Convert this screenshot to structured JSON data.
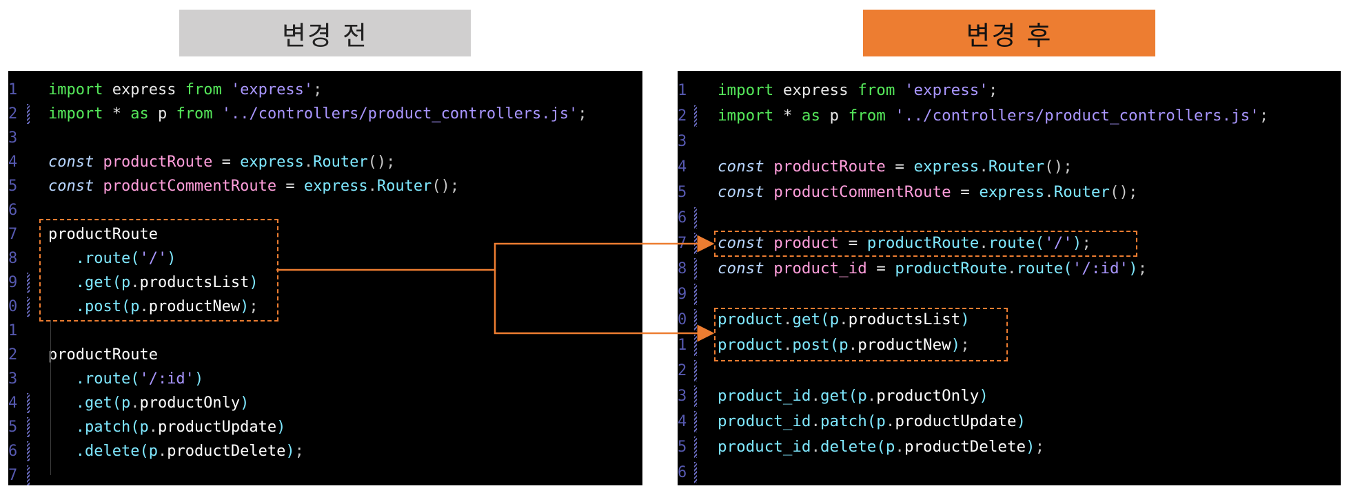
{
  "headers": {
    "before": "변경 전",
    "after": "변경 후"
  },
  "colors": {
    "accent": "#ed7d31",
    "header_before_bg": "#d0cfcf",
    "editor_bg": "#000000"
  },
  "before": {
    "lines": [
      {
        "n": "1",
        "tokens": [
          [
            "import",
            "k-import"
          ],
          [
            " express ",
            "k-plain"
          ],
          [
            "from",
            "k-import"
          ],
          [
            " ",
            "k-plain"
          ],
          [
            "'express'",
            "k-str"
          ],
          [
            ";",
            "k-punc"
          ]
        ]
      },
      {
        "n": "2",
        "tokens": [
          [
            "import",
            "k-import"
          ],
          [
            " * ",
            "k-plain"
          ],
          [
            "as",
            "k-import"
          ],
          [
            " p ",
            "k-plain"
          ],
          [
            "from",
            "k-import"
          ],
          [
            " ",
            "k-plain"
          ],
          [
            "'../controllers/product_controllers.js'",
            "k-str"
          ],
          [
            ";",
            "k-punc"
          ]
        ]
      },
      {
        "n": "3",
        "tokens": []
      },
      {
        "n": "4",
        "tokens": [
          [
            "const",
            "k-const"
          ],
          [
            " productRoute ",
            "k-var"
          ],
          [
            "= ",
            "k-plain"
          ],
          [
            "express",
            "k-fn"
          ],
          [
            ".",
            "k-punc"
          ],
          [
            "Router",
            "k-fn"
          ],
          [
            "();",
            "k-punc"
          ]
        ]
      },
      {
        "n": "5",
        "tokens": [
          [
            "const",
            "k-const"
          ],
          [
            " productCommentRoute ",
            "k-var"
          ],
          [
            "= ",
            "k-plain"
          ],
          [
            "express",
            "k-fn"
          ],
          [
            ".",
            "k-punc"
          ],
          [
            "Router",
            "k-fn"
          ],
          [
            "();",
            "k-punc"
          ]
        ]
      },
      {
        "n": "6",
        "tokens": []
      },
      {
        "n": "7",
        "tokens": [
          [
            "productRoute",
            "k-id"
          ]
        ]
      },
      {
        "n": "8",
        "tokens": [
          [
            "   .route(",
            "k-fn"
          ],
          [
            "'/'",
            "k-str"
          ],
          [
            ")",
            "k-fn"
          ]
        ]
      },
      {
        "n": "9",
        "tokens": [
          [
            "   .get(",
            "k-fn"
          ],
          [
            "p",
            "k-fn"
          ],
          [
            ".",
            "k-punc"
          ],
          [
            "productsList",
            "k-id"
          ],
          [
            ")",
            "k-fn"
          ]
        ]
      },
      {
        "n": "0",
        "tokens": [
          [
            "   .post(",
            "k-fn"
          ],
          [
            "p",
            "k-fn"
          ],
          [
            ".",
            "k-punc"
          ],
          [
            "productNew",
            "k-id"
          ],
          [
            ")",
            "k-fn"
          ],
          [
            ";",
            "k-punc"
          ]
        ]
      },
      {
        "n": "1",
        "tokens": []
      },
      {
        "n": "2",
        "tokens": [
          [
            "productRoute",
            "k-id"
          ]
        ]
      },
      {
        "n": "3",
        "tokens": [
          [
            "   .route(",
            "k-fn"
          ],
          [
            "'/:id'",
            "k-str"
          ],
          [
            ")",
            "k-fn"
          ]
        ]
      },
      {
        "n": "4",
        "tokens": [
          [
            "   .get(",
            "k-fn"
          ],
          [
            "p",
            "k-fn"
          ],
          [
            ".",
            "k-punc"
          ],
          [
            "productOnly",
            "k-id"
          ],
          [
            ")",
            "k-fn"
          ]
        ]
      },
      {
        "n": "5",
        "tokens": [
          [
            "   .patch(",
            "k-fn"
          ],
          [
            "p",
            "k-fn"
          ],
          [
            ".",
            "k-punc"
          ],
          [
            "productUpdate",
            "k-id"
          ],
          [
            ")",
            "k-fn"
          ]
        ]
      },
      {
        "n": "6",
        "tokens": [
          [
            "   .delete(",
            "k-fn"
          ],
          [
            "p",
            "k-fn"
          ],
          [
            ".",
            "k-punc"
          ],
          [
            "productDelete",
            "k-id"
          ],
          [
            ")",
            "k-fn"
          ],
          [
            ";",
            "k-punc"
          ]
        ]
      },
      {
        "n": "7",
        "tokens": []
      }
    ]
  },
  "after": {
    "lines": [
      {
        "n": "1",
        "tokens": [
          [
            "import",
            "k-import"
          ],
          [
            " express ",
            "k-plain"
          ],
          [
            "from",
            "k-import"
          ],
          [
            " ",
            "k-plain"
          ],
          [
            "'express'",
            "k-str"
          ],
          [
            ";",
            "k-punc"
          ]
        ]
      },
      {
        "n": "2",
        "tokens": [
          [
            "import",
            "k-import"
          ],
          [
            " * ",
            "k-plain"
          ],
          [
            "as",
            "k-import"
          ],
          [
            " p ",
            "k-plain"
          ],
          [
            "from",
            "k-import"
          ],
          [
            " ",
            "k-plain"
          ],
          [
            "'../controllers/product_controllers.js'",
            "k-str"
          ],
          [
            ";",
            "k-punc"
          ]
        ]
      },
      {
        "n": "3",
        "tokens": []
      },
      {
        "n": "4",
        "tokens": [
          [
            "const",
            "k-const"
          ],
          [
            " productRoute ",
            "k-var"
          ],
          [
            "= ",
            "k-plain"
          ],
          [
            "express",
            "k-fn"
          ],
          [
            ".",
            "k-punc"
          ],
          [
            "Router",
            "k-fn"
          ],
          [
            "();",
            "k-punc"
          ]
        ]
      },
      {
        "n": "5",
        "tokens": [
          [
            "const",
            "k-const"
          ],
          [
            " productCommentRoute ",
            "k-var"
          ],
          [
            "= ",
            "k-plain"
          ],
          [
            "express",
            "k-fn"
          ],
          [
            ".",
            "k-punc"
          ],
          [
            "Router",
            "k-fn"
          ],
          [
            "();",
            "k-punc"
          ]
        ]
      },
      {
        "n": "6",
        "tokens": []
      },
      {
        "n": "7",
        "tokens": [
          [
            "const",
            "k-const"
          ],
          [
            " product ",
            "k-var"
          ],
          [
            "= ",
            "k-plain"
          ],
          [
            "productRoute",
            "k-fn"
          ],
          [
            ".",
            "k-punc"
          ],
          [
            "route",
            "k-fn"
          ],
          [
            "(",
            "k-fn"
          ],
          [
            "'/'",
            "k-str"
          ],
          [
            ")",
            "k-fn"
          ],
          [
            ";",
            "k-punc"
          ]
        ]
      },
      {
        "n": "8",
        "tokens": [
          [
            "const",
            "k-const"
          ],
          [
            " product_id ",
            "k-var"
          ],
          [
            "= ",
            "k-plain"
          ],
          [
            "productRoute",
            "k-fn"
          ],
          [
            ".",
            "k-punc"
          ],
          [
            "route",
            "k-fn"
          ],
          [
            "(",
            "k-fn"
          ],
          [
            "'/:id'",
            "k-str"
          ],
          [
            ")",
            "k-fn"
          ],
          [
            ";",
            "k-punc"
          ]
        ]
      },
      {
        "n": "9",
        "tokens": []
      },
      {
        "n": "0",
        "tokens": [
          [
            "product",
            "k-fn"
          ],
          [
            ".",
            "k-punc"
          ],
          [
            "get",
            "k-fn"
          ],
          [
            "(",
            "k-fn"
          ],
          [
            "p",
            "k-fn"
          ],
          [
            ".",
            "k-punc"
          ],
          [
            "productsList",
            "k-id"
          ],
          [
            ")",
            "k-fn"
          ]
        ]
      },
      {
        "n": "1",
        "tokens": [
          [
            "product",
            "k-fn"
          ],
          [
            ".",
            "k-punc"
          ],
          [
            "post",
            "k-fn"
          ],
          [
            "(",
            "k-fn"
          ],
          [
            "p",
            "k-fn"
          ],
          [
            ".",
            "k-punc"
          ],
          [
            "productNew",
            "k-id"
          ],
          [
            ")",
            "k-fn"
          ],
          [
            ";",
            "k-punc"
          ]
        ]
      },
      {
        "n": "2",
        "tokens": []
      },
      {
        "n": "3",
        "tokens": [
          [
            "product_id",
            "k-fn"
          ],
          [
            ".",
            "k-punc"
          ],
          [
            "get",
            "k-fn"
          ],
          [
            "(",
            "k-fn"
          ],
          [
            "p",
            "k-fn"
          ],
          [
            ".",
            "k-punc"
          ],
          [
            "productOnly",
            "k-id"
          ],
          [
            ")",
            "k-fn"
          ]
        ]
      },
      {
        "n": "4",
        "tokens": [
          [
            "product_id",
            "k-fn"
          ],
          [
            ".",
            "k-punc"
          ],
          [
            "patch",
            "k-fn"
          ],
          [
            "(",
            "k-fn"
          ],
          [
            "p",
            "k-fn"
          ],
          [
            ".",
            "k-punc"
          ],
          [
            "productUpdate",
            "k-id"
          ],
          [
            ")",
            "k-fn"
          ]
        ]
      },
      {
        "n": "5",
        "tokens": [
          [
            "product_id",
            "k-fn"
          ],
          [
            ".",
            "k-punc"
          ],
          [
            "delete",
            "k-fn"
          ],
          [
            "(",
            "k-fn"
          ],
          [
            "p",
            "k-fn"
          ],
          [
            ".",
            "k-punc"
          ],
          [
            "productDelete",
            "k-id"
          ],
          [
            ")",
            "k-fn"
          ],
          [
            ";",
            "k-punc"
          ]
        ]
      },
      {
        "n": "6",
        "tokens": []
      }
    ]
  }
}
